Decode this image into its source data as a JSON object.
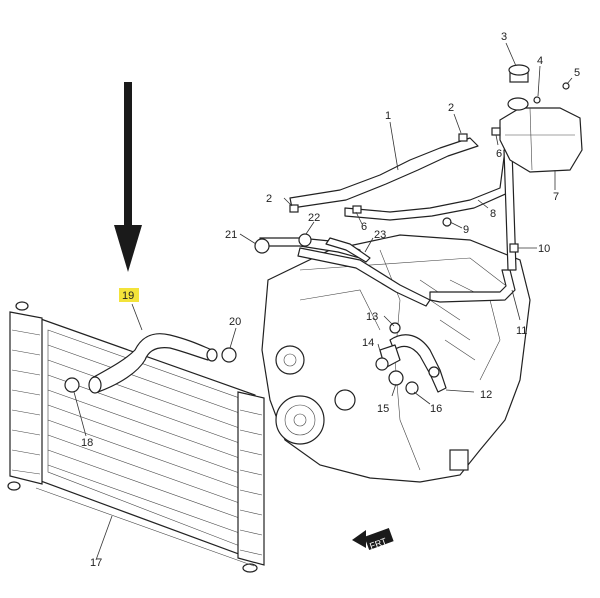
{
  "callouts": {
    "c1": "1",
    "c2a": "2",
    "c2b": "2",
    "c3": "3",
    "c4": "4",
    "c5": "5",
    "c6a": "6",
    "c6b": "6",
    "c7": "7",
    "c8": "8",
    "c9": "9",
    "c10": "10",
    "c11": "11",
    "c12": "12",
    "c13": "13",
    "c14": "14",
    "c15": "15",
    "c16": "16",
    "c17": "17",
    "c18": "18",
    "c19": "19",
    "c20": "20",
    "c21": "21",
    "c22": "22",
    "c23": "23"
  },
  "direction_badge": "FRT",
  "colors": {
    "highlight": "#f3e33a",
    "ink": "#222222",
    "arrow": "#1a1a1a"
  },
  "icons": {
    "pointer": "down-arrow-icon",
    "direction": "front-direction-icon"
  }
}
